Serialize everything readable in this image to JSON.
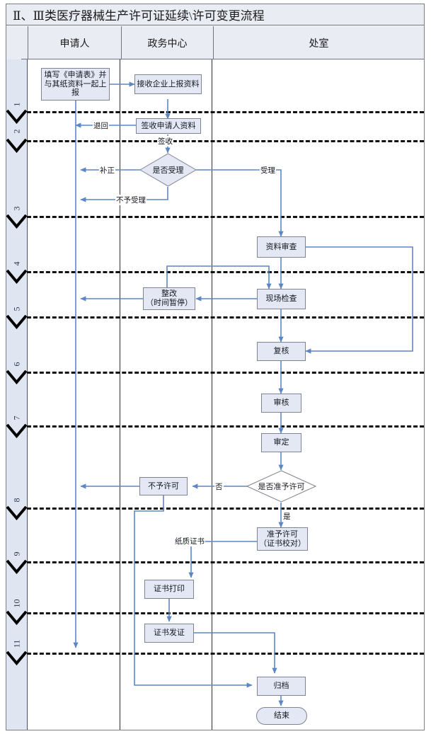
{
  "title": "Ⅱ、Ⅲ类医疗器械生产许可证延续\\许可变更流程",
  "columns": [
    {
      "key": "num",
      "label": ""
    },
    {
      "key": "applicant",
      "label": "申请人"
    },
    {
      "key": "center",
      "label": "政务中心"
    },
    {
      "key": "office",
      "label": "处室"
    }
  ],
  "step_numbers": [
    "1",
    "2",
    "3",
    "4",
    "5",
    "6",
    "7",
    "8",
    "9",
    "10",
    "11"
  ],
  "nodes": [
    {
      "id": "n_apply",
      "label": "填写《申请表》并与其纸资料一起上报",
      "shape": "rect",
      "lane": "applicant"
    },
    {
      "id": "n_receive",
      "label": "接收企业上报资料",
      "shape": "rect",
      "lane": "center"
    },
    {
      "id": "n_sign",
      "label": "签收申请人资料",
      "shape": "rect",
      "lane": "center"
    },
    {
      "id": "n_accept_q",
      "label": "是否受理",
      "shape": "diamond",
      "lane": "center"
    },
    {
      "id": "n_docreview",
      "label": "资料审查",
      "shape": "rect",
      "lane": "office"
    },
    {
      "id": "n_rectify",
      "label": "整改\n（时间暂停）",
      "shape": "rect",
      "lane": "center"
    },
    {
      "id": "n_onsite",
      "label": "现场检查",
      "shape": "rect",
      "lane": "office"
    },
    {
      "id": "n_recheck",
      "label": "复核",
      "shape": "rect",
      "lane": "office"
    },
    {
      "id": "n_review",
      "label": "审核",
      "shape": "rect",
      "lane": "office"
    },
    {
      "id": "n_approve",
      "label": "审定",
      "shape": "rect",
      "lane": "office"
    },
    {
      "id": "n_permit_q",
      "label": "是否准予许可",
      "shape": "diamond",
      "lane": "office"
    },
    {
      "id": "n_deny",
      "label": "不予许可",
      "shape": "rect",
      "lane": "center"
    },
    {
      "id": "n_grant",
      "label": "准予许可\n（证书校对）",
      "shape": "rect",
      "lane": "office"
    },
    {
      "id": "n_print",
      "label": "证书打印",
      "shape": "rect",
      "lane": "center"
    },
    {
      "id": "n_issue",
      "label": "证书发证",
      "shape": "rect",
      "lane": "center"
    },
    {
      "id": "n_archive",
      "label": "归档",
      "shape": "rect",
      "lane": "office"
    },
    {
      "id": "n_end",
      "label": "结束",
      "shape": "terminator",
      "lane": "office"
    }
  ],
  "node_text": {
    "apply_l1": "填写《申请表》并",
    "apply_l2": "与其纸资料一起上",
    "apply_l3": "报",
    "receive": "接收企业上报资料",
    "sign": "签收申请人资料",
    "accept_q": "是否受理",
    "docreview": "资料审查",
    "rectify_l1": "整改",
    "rectify_l2": "（时间暂停）",
    "onsite": "现场检查",
    "recheck": "复核",
    "review": "审核",
    "approve": "审定",
    "permit_q": "是否准予许可",
    "deny": "不予许可",
    "grant_l1": "准予许可",
    "grant_l2": "（证书校对）",
    "print": "证书打印",
    "issue": "证书发证",
    "archive": "归档",
    "end": "结束"
  },
  "edge_labels": {
    "return": "退回",
    "signed": "签收",
    "correct": "补正",
    "accepted": "受理",
    "not_accepted": "不予受理",
    "no": "否",
    "yes": "是",
    "paper_cert": "纸质证书"
  },
  "colors": {
    "node_fill": "#e3e8f4",
    "node_border": "#808492",
    "header_fill": "#eaecf4",
    "lane_strip": "#dfe5f1",
    "connector": "#5b87c5",
    "divider": "#111111",
    "frame": "#7a7f8c"
  }
}
